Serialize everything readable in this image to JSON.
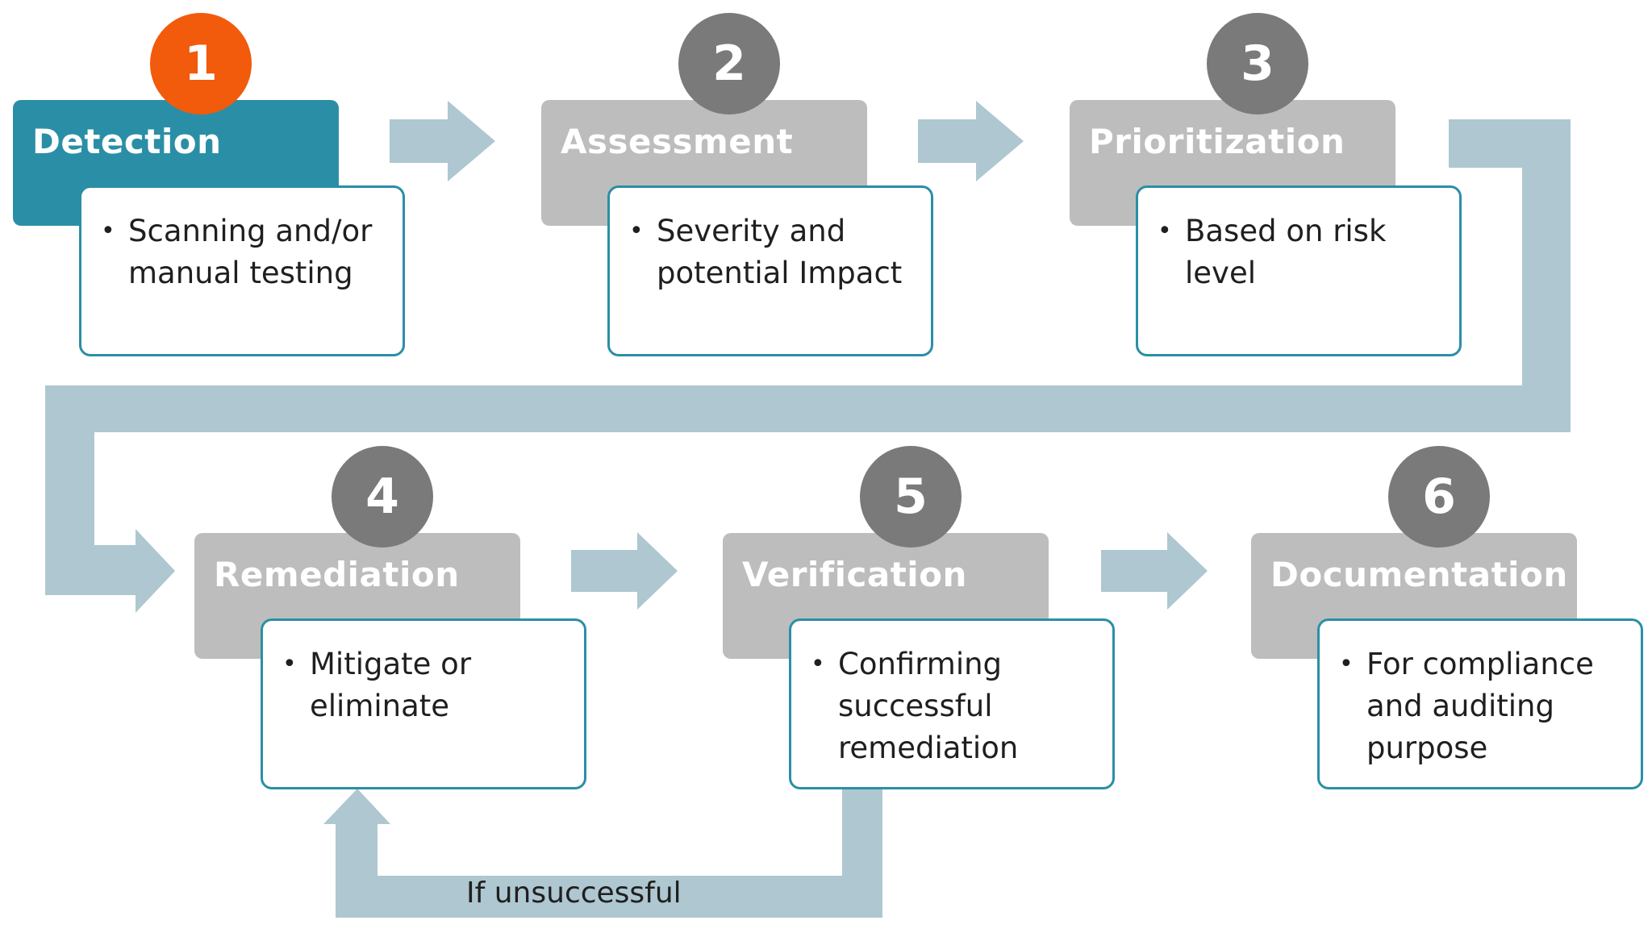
{
  "diagram": {
    "connector_color": "#aec7d0",
    "active_color": "#2a8fa6",
    "active_badge_color": "#f25a0c",
    "inactive_header_color": "#bdbdbd",
    "inactive_badge_color": "#7a7a7a",
    "loop_label": "If unsuccessful",
    "steps": [
      {
        "number": "1",
        "title": "Detection",
        "description": "Scanning and/or manual testing",
        "active": true
      },
      {
        "number": "2",
        "title": "Assessment",
        "description": "Severity and potential Impact",
        "active": false
      },
      {
        "number": "3",
        "title": "Prioritization",
        "description": "Based on risk level",
        "active": false
      },
      {
        "number": "4",
        "title": "Remediation",
        "description": "Mitigate or eliminate",
        "active": false
      },
      {
        "number": "5",
        "title": "Verification",
        "description": "Confirming successful remediation",
        "active": false
      },
      {
        "number": "6",
        "title": "Documentation",
        "description": "For compliance and auditing purpose",
        "active": false
      }
    ]
  }
}
